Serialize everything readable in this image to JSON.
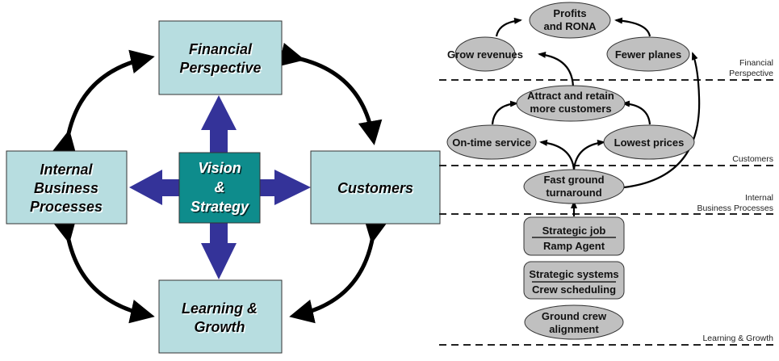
{
  "left_diagram": {
    "center": {
      "lines": [
        "Vision",
        "&",
        "Strategy"
      ]
    },
    "financial": {
      "lines": [
        "Financial",
        "Perspective"
      ]
    },
    "internal": {
      "lines": [
        "Internal",
        "Business",
        "Processes"
      ]
    },
    "customers": {
      "lines": [
        "Customers"
      ]
    },
    "learning": {
      "lines": [
        "Learning &",
        "Growth"
      ]
    },
    "colors": {
      "box_fill": "#b7dde0",
      "center_fill": "#0e8c8c",
      "arrow_fill": "#343399",
      "curve_arrow": "#000000"
    }
  },
  "right_diagram": {
    "nodes": {
      "profits": {
        "lines": [
          "Profits",
          "and RONA"
        ]
      },
      "grow_revenues": {
        "lines": [
          "Grow revenues"
        ]
      },
      "fewer_planes": {
        "lines": [
          "Fewer planes"
        ]
      },
      "attract": {
        "lines": [
          "Attract and retain",
          "more customers"
        ]
      },
      "on_time": {
        "lines": [
          "On-time service"
        ]
      },
      "lowest_prices": {
        "lines": [
          "Lowest prices"
        ]
      },
      "fast_ground": {
        "lines": [
          "Fast ground",
          "turnaround"
        ]
      },
      "strategic_job": {
        "top": "Strategic job",
        "bottom": "Ramp Agent"
      },
      "strategic_systems": {
        "top": "Strategic systems",
        "bottom": "Crew scheduling"
      },
      "ground_crew": {
        "lines": [
          "Ground crew",
          "alignment"
        ]
      }
    },
    "layers": [
      {
        "lines": [
          "Financial",
          "Perspective"
        ]
      },
      {
        "lines": [
          "Customers"
        ]
      },
      {
        "lines": [
          "Internal",
          "Business Processes"
        ]
      },
      {
        "lines": [
          "Learning & Growth"
        ]
      }
    ],
    "colors": {
      "node_fill": "#c0c0c0",
      "node_stroke": "#333333"
    }
  }
}
